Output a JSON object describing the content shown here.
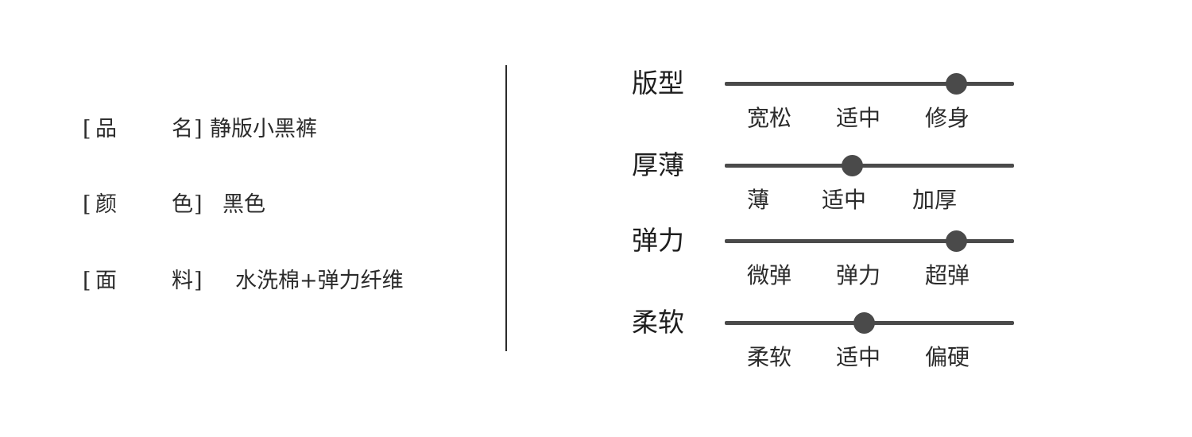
{
  "specs": [
    {
      "open": "[",
      "key_1": "品",
      "key_2": "名",
      "close": "]",
      "value": "静版小黑裤"
    },
    {
      "open": "[",
      "key_1": "颜",
      "key_2": "色",
      "close": "]",
      "value": "黑色"
    },
    {
      "open": "[",
      "key_1": "面",
      "key_2": "料",
      "close": "]",
      "value": "水洗棉+弹力纤维"
    }
  ],
  "ratings": [
    {
      "title": "版型",
      "options": [
        "宽松",
        "适中",
        "修身"
      ],
      "level": 0.8
    },
    {
      "title": "厚薄",
      "options": [
        "薄",
        "适中",
        "加厚"
      ],
      "level": 0.44
    },
    {
      "title": "弹力",
      "options": [
        "微弹",
        "弹力",
        "超弹"
      ],
      "level": 0.8
    },
    {
      "title": "柔软",
      "options": [
        "柔软",
        "适中",
        "偏硬"
      ],
      "level": 0.48
    }
  ],
  "colors": {
    "text": "#2b2b2b",
    "track": "#4a4a4a",
    "background": "#ffffff"
  }
}
